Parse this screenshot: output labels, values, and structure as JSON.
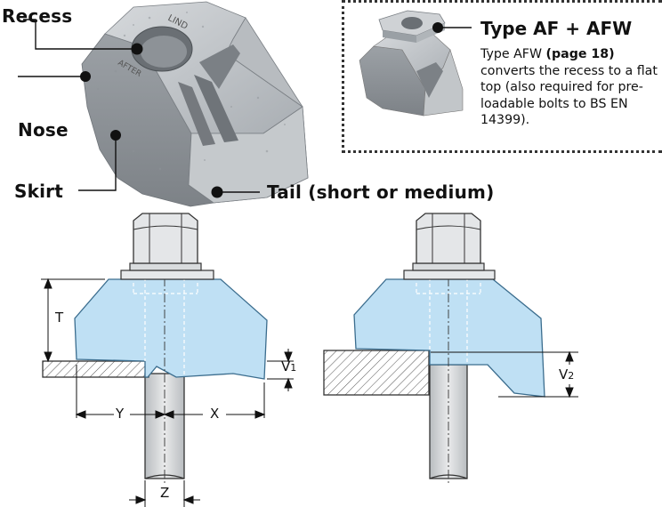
{
  "labels": {
    "recess": "Recess",
    "nose": "Nose",
    "skirt": "Skirt",
    "tail": "Tail (short or medium)"
  },
  "casting_text": {
    "brand": "LIND",
    "model": "AFTER"
  },
  "inset": {
    "title": "Type AF + AFW",
    "desc_prefix": "Type AFW ",
    "desc_bold": "(page 18)",
    "desc_suffix": " converts the recess to a flat top (also required for pre-loadable bolts to BS EN 14399)."
  },
  "dimensions": {
    "T": "T",
    "V1_letter": "V",
    "V1_sub": "1",
    "V2_letter": "V",
    "V2_sub": "2",
    "X": "X",
    "Y": "Y",
    "Z": "Z"
  },
  "colors": {
    "clamp_fill": "#bfe0f4",
    "clamp_stroke": "#3b6d8e",
    "casting_grey": "#9aa0a6",
    "outline": "#222222"
  }
}
